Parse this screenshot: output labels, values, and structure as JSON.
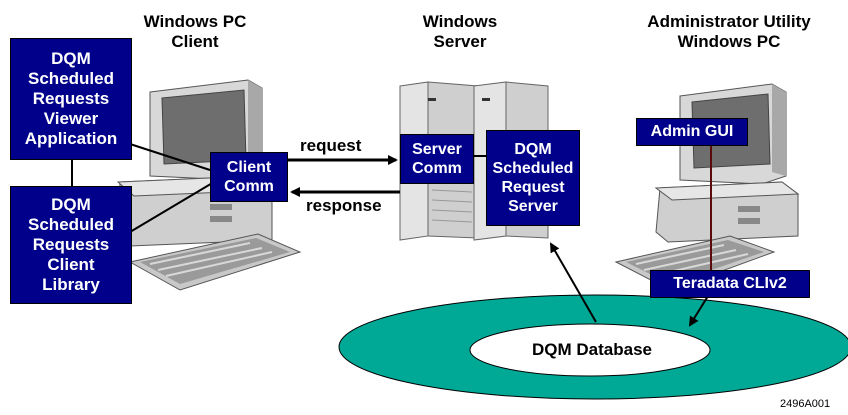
{
  "headers": {
    "client": [
      "Windows PC",
      "Client"
    ],
    "server": [
      "Windows",
      "Server"
    ],
    "admin": [
      "Administrator Utility",
      "Windows PC"
    ]
  },
  "boxes": {
    "viewer": [
      "DQM",
      "Scheduled",
      "Requests",
      "Viewer",
      "Application"
    ],
    "client_library": [
      "DQM",
      "Scheduled",
      "Requests",
      "Client",
      "Library"
    ],
    "client_comm": [
      "Client",
      "Comm"
    ],
    "server_comm": [
      "Server",
      "Comm"
    ],
    "request_server": [
      "DQM",
      "Scheduled",
      "Request",
      "Server"
    ],
    "admin_gui": "Admin GUI",
    "cli": "Teradata CLIv2"
  },
  "arrows": {
    "request": "request",
    "response": "response"
  },
  "database": {
    "label": "DQM Database",
    "color": "#00a896"
  },
  "figure_id": "2496A001",
  "colors": {
    "box": "#00008b",
    "line": "#000000",
    "admin_line": "#5a0a0a"
  }
}
